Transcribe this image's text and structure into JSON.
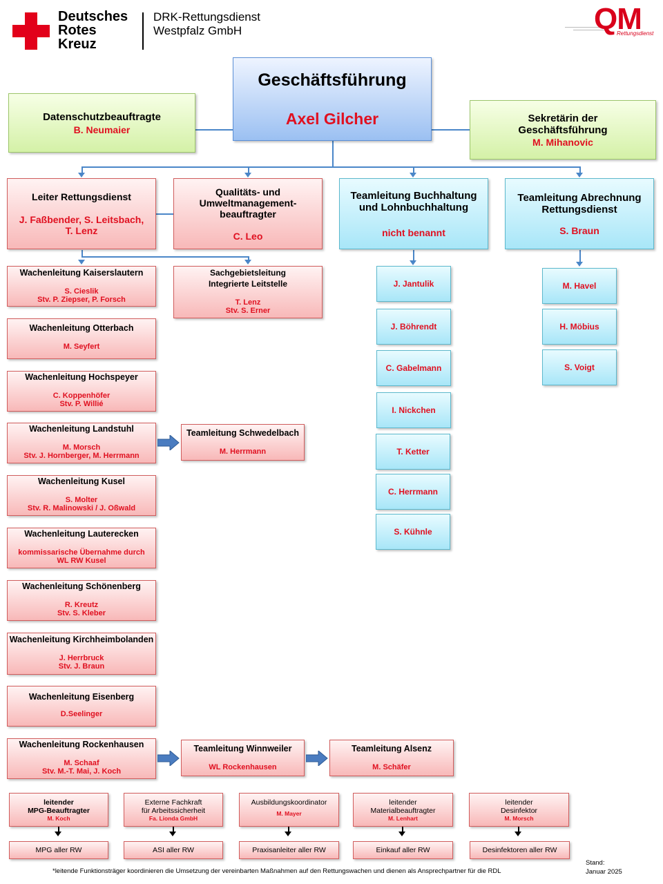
{
  "header": {
    "org_name_lines": [
      "Deutsches",
      "Rotes",
      "Kreuz"
    ],
    "company_line1": "DRK-Rettungsdienst",
    "company_line2": "Westpfalz GmbH",
    "qm_logo": "QM",
    "qm_subtitle": "Rettungsdienst",
    "colors": {
      "red": "#e2001a",
      "qm_red": "#d9001b"
    }
  },
  "ceo": {
    "title": "Geschäftsführung",
    "name": "Axel Gilcher"
  },
  "dsb": {
    "title": "Datenschutzbeauftragte",
    "name": "B. Neumaier"
  },
  "secretary": {
    "title_line1": "Sekretärin der",
    "title_line2": "Geschäftsführung",
    "name": "M. Mihanovic"
  },
  "departments": {
    "rettungsdienst": {
      "title": "Leiter Rettungsdienst",
      "name_line1": "J. Faßbender, S. Leitsbach,",
      "name_line2": "T. Lenz"
    },
    "qm": {
      "title_line1": "Qualitäts- und",
      "title_line2": "Umweltmanagement-",
      "title_line3": "beauftragter",
      "name": "C. Leo"
    },
    "buchhaltung": {
      "title_line1": "Teamleitung Buchhaltung",
      "title_line2": "und Lohnbuchhaltung",
      "name": "nicht benannt"
    },
    "abrechnung": {
      "title_line1": "Teamleitung Abrechnung",
      "title_line2": "Rettungsdienst",
      "name": "S. Braun"
    }
  },
  "leitstelle": {
    "title_line1": "Sachgebietsleitung",
    "title_line2": "Integrierte Leitstelle",
    "name_line1": "T. Lenz",
    "name_line2": "Stv. S. Erner"
  },
  "wachen": [
    {
      "title": "Wachenleitung Kaiserslautern",
      "line1": "S. Cieslik",
      "line2": "Stv. P. Ziepser, P. Forsch"
    },
    {
      "title": "Wachenleitung Otterbach",
      "line1": "M. Seyfert",
      "line2": ""
    },
    {
      "title": "Wachenleitung Hochspeyer",
      "line1": "C. Koppenhöfer",
      "line2": "Stv. P. Willié"
    },
    {
      "title": "Wachenleitung Landstuhl",
      "line1": "M. Morsch",
      "line2": "Stv. J. Hornberger, M. Herrmann"
    },
    {
      "title": "Wachenleitung Kusel",
      "line1": "S. Molter",
      "line2": "Stv. R. Malinowski / J. Oßwald"
    },
    {
      "title": "Wachenleitung Lauterecken",
      "line1": "kommissarische Übernahme durch",
      "line2": "WL RW Kusel"
    },
    {
      "title": "Wachenleitung Schönenberg",
      "line1": "R. Kreutz",
      "line2": "Stv. S. Kleber"
    },
    {
      "title": "Wachenleitung Kirchheimbolanden",
      "line1": "J. Herrbruck",
      "line2": "Stv. J. Braun"
    },
    {
      "title": "Wachenleitung Eisenberg",
      "line1": "D.Seelinger",
      "line2": ""
    },
    {
      "title": "Wachenleitung Rockenhausen",
      "line1": "M. Schaaf",
      "line2": "Stv. M.-T. Mai, J. Koch"
    }
  ],
  "teams": {
    "schwedelbach": {
      "title": "Teamleitung Schwedelbach",
      "name": "M. Herrmann"
    },
    "winnweiler": {
      "title": "Teamleitung Winnweiler",
      "name": "WL Rockenhausen"
    },
    "alsenz": {
      "title": "Teamleitung Alsenz",
      "name": "M. Schäfer"
    }
  },
  "buchhaltung_staff": [
    "J. Jantulik",
    "J. Böhrendt",
    "C. Gabelmann",
    "I. Nickchen",
    "T. Ketter",
    "C. Herrmann",
    "S. Kühnle"
  ],
  "abrechnung_staff": [
    "M. Havel",
    "H. Möbius",
    "S. Voigt"
  ],
  "functions": [
    {
      "title_line1": "leitender",
      "title_line2": "MPG-Beauftragter",
      "name": "M. Koch",
      "target": "MPG aller RW"
    },
    {
      "title_line1": "Externe Fachkraft",
      "title_line2": "für Arbeitssicherheit",
      "name": "Fa. Lionda GmbH",
      "target": "ASI aller RW"
    },
    {
      "title_line1": "Ausbildungskoordinator",
      "title_line2": "",
      "name": "M. Mayer",
      "target": "Praxisanleiter aller RW"
    },
    {
      "title_line1": "leitender",
      "title_line2": "Materialbeauftragter",
      "name": "M. Lenhart",
      "target": "Einkauf aller RW"
    },
    {
      "title_line1": "leitender",
      "title_line2": "Desinfektor",
      "name": "M. Morsch",
      "target": "Desinfektoren aller RW"
    }
  ],
  "footer": {
    "note": "*leitende Funktionsträger koordinieren die Umsetzung der vereinbarten Maßnahmen auf den Rettungswachen und dienen als Ansprechpartner für die RDL",
    "stand_label": "Stand:",
    "stand_date": "Januar 2025"
  }
}
